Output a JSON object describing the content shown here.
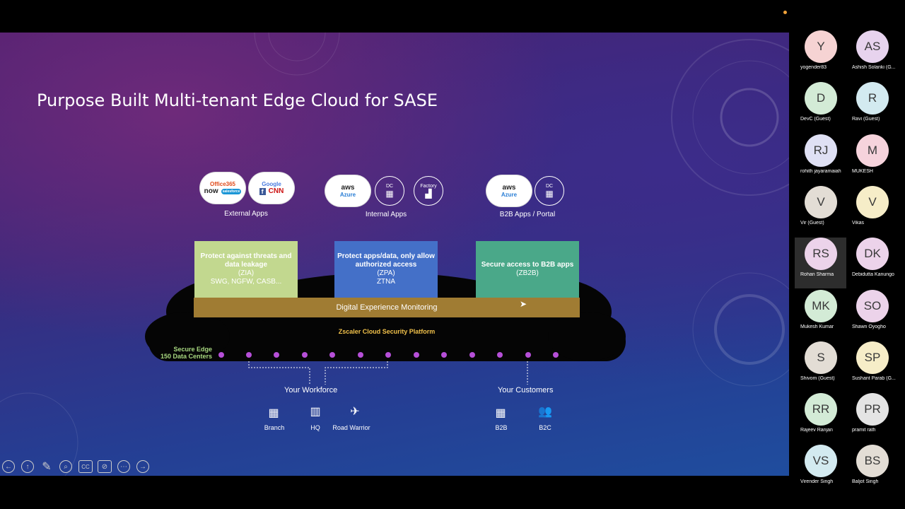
{
  "slide": {
    "title": "Purpose Built Multi-tenant Edge Cloud for SASE",
    "app_groups": [
      {
        "label": "External Apps"
      },
      {
        "label": "Internal Apps"
      },
      {
        "label": "B2B Apps / Portal"
      }
    ],
    "icons": {
      "office365": "Office365",
      "now": "now",
      "salesforce": "salesforce",
      "google": "Google",
      "facebook": "f",
      "cnn": "CNN",
      "aws": "aws",
      "azure": "Azure",
      "dc": "DC",
      "factory": "Factory"
    },
    "services": [
      {
        "title": "Protect against threats and data leakage",
        "sub1": "(ZIA)",
        "sub2": "SWG, NGFW, CASB...",
        "color": "#c2d88f"
      },
      {
        "title": "Protect apps/data, only allow authorized access",
        "sub1": "(ZPA)",
        "sub2": "ZTNA",
        "color": "#4470c8"
      },
      {
        "title": "Secure access to B2B apps",
        "sub1": "(ZB2B)",
        "sub2": "",
        "color": "#4aa889"
      }
    ],
    "dem": "Digital Experience Monitoring",
    "platform": "Zscaler Cloud Security Platform",
    "edge_line1": "Secure Edge",
    "edge_line2": "150 Data Centers",
    "workforce": {
      "label": "Your Workforce",
      "items": [
        "Branch",
        "HQ",
        "Road Warrior"
      ]
    },
    "customers": {
      "label": "Your Customers",
      "items": [
        "B2B",
        "B2C"
      ]
    },
    "colors": {
      "dot": "#b64fd8",
      "dem": "#a07c33",
      "platform_text": "#f2c24b",
      "edge_text": "#a8d880"
    }
  },
  "controls": [
    "previous",
    "next",
    "pen",
    "zoom",
    "CC",
    "camera-off",
    "more",
    "advance"
  ],
  "participants": [
    {
      "initials": "Y",
      "name": "yogender83",
      "color": "#f6d3d3"
    },
    {
      "initials": "AS",
      "name": "Ashish Solanki (G...",
      "color": "#e7d3ee"
    },
    {
      "initials": "D",
      "name": "DevC (Guest)",
      "color": "#d3ebd6"
    },
    {
      "initials": "R",
      "name": "Ravi (Guest)",
      "color": "#d3eaf0"
    },
    {
      "initials": "RJ",
      "name": "rohith jayaramaiah",
      "color": "#dfe0f4"
    },
    {
      "initials": "M",
      "name": "MUKESH",
      "color": "#f6d3dc"
    },
    {
      "initials": "V",
      "name": "Vir (Guest)",
      "color": "#e3ddd5"
    },
    {
      "initials": "V",
      "name": "Vikas",
      "color": "#f6edc8"
    },
    {
      "initials": "RS",
      "name": "Rohan Sharma",
      "color": "#ecd3ea"
    },
    {
      "initials": "DK",
      "name": "Debidutta Kanungo",
      "color": "#ecd3ea"
    },
    {
      "initials": "MK",
      "name": "Mukesh Kumar",
      "color": "#d3ebd6"
    },
    {
      "initials": "SO",
      "name": "Shawn Oyogho",
      "color": "#ecd3ea"
    },
    {
      "initials": "S",
      "name": "Shivom (Guest)",
      "color": "#e3ddd5"
    },
    {
      "initials": "SP",
      "name": "Sushant Parab (G...",
      "color": "#f6edc8"
    },
    {
      "initials": "RR",
      "name": "Rajeev Ranjan",
      "color": "#d3ebd6"
    },
    {
      "initials": "PR",
      "name": "pramit rath",
      "color": "#e4e4e4"
    },
    {
      "initials": "VS",
      "name": "Virender Singh",
      "color": "#d3eaf0"
    },
    {
      "initials": "BS",
      "name": "Baljot Singh",
      "color": "#e3ddd5"
    }
  ]
}
